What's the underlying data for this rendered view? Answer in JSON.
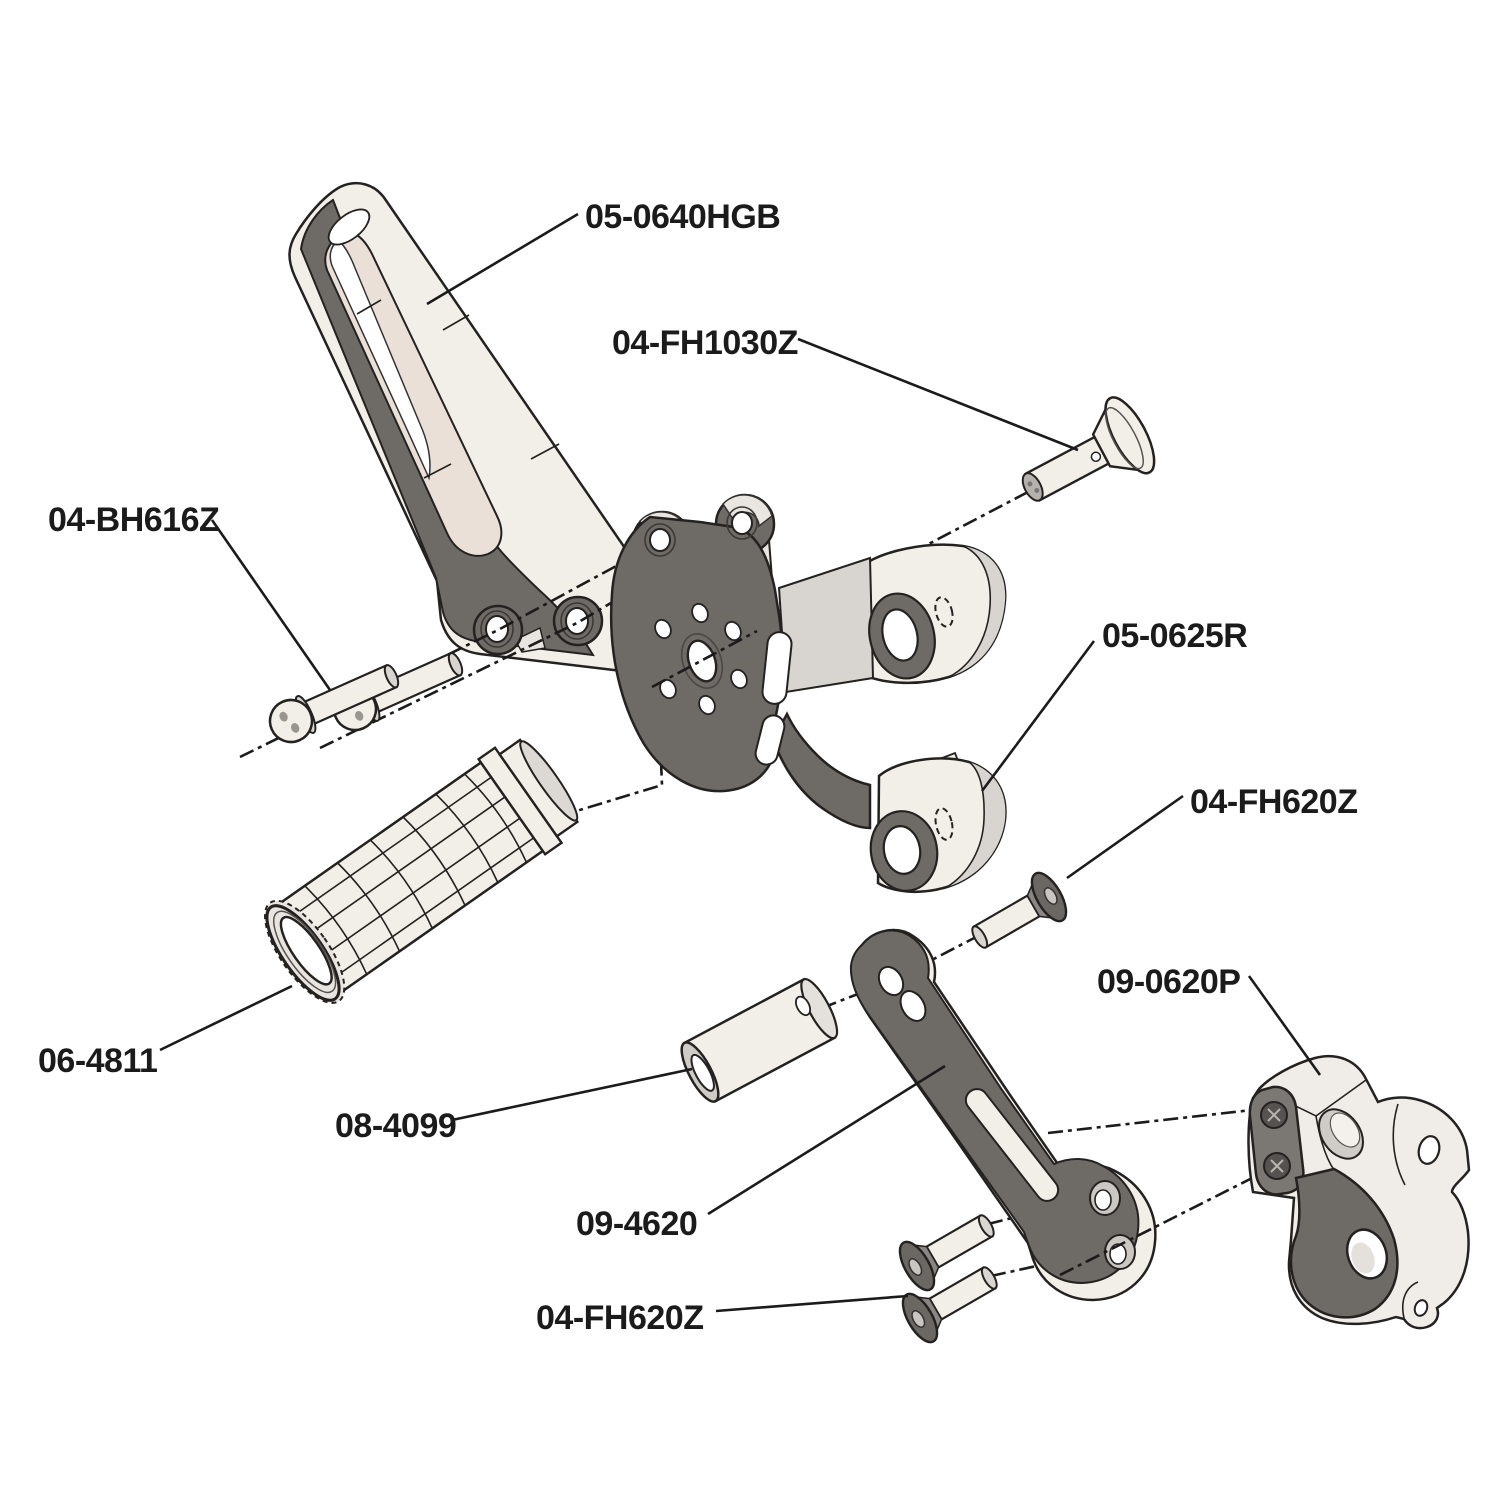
{
  "diagram": {
    "type": "exploded-assembly-diagram",
    "description": "CAD exploded view of a motorcycle rearset footpeg bracket assembly with part-number callouts",
    "background_color": "#ffffff",
    "line_color": "#1b1b1b",
    "dark_part_color": "#6e6a66",
    "light_part_color": "#f2efe9",
    "labels": [
      {
        "id": "hanger-bracket",
        "text": "05-0640HGB"
      },
      {
        "id": "flathead-bolt-1030",
        "text": "04-FH1030Z"
      },
      {
        "id": "buttonhead-bolt-616",
        "text": "04-BH616Z"
      },
      {
        "id": "main-bracket",
        "text": "05-0625R"
      },
      {
        "id": "flathead-bolt-620-upper",
        "text": "04-FH620Z"
      },
      {
        "id": "footpeg",
        "text": "06-4811"
      },
      {
        "id": "spacer",
        "text": "08-4099"
      },
      {
        "id": "linkage-arm",
        "text": "09-4620"
      },
      {
        "id": "pedal-bracket",
        "text": "09-0620P"
      },
      {
        "id": "flathead-bolt-620-lower",
        "text": "04-FH620Z"
      }
    ]
  }
}
